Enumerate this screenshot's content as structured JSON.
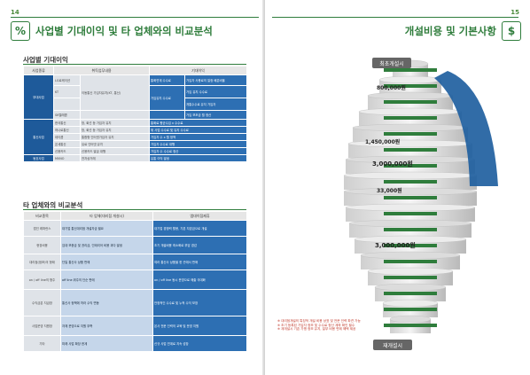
{
  "left": {
    "page_number": "14",
    "icon_glyph": "%",
    "title": "사업별 기대이익 및 타 업체와의  비교분석",
    "section1": "사업별 기대이익",
    "table1": {
      "headers": [
        "사업종류",
        "취득업무내용",
        "기대이익"
      ],
      "groups": [
        "부대사업",
        "통신사업",
        "동호사업"
      ],
      "rows": [
        [
          "",
          "LG로케이션",
          "",
          "통화연계 수수료",
          "가입자 사용료의 일정 배분비율"
        ],
        [
          "",
          "KT",
          "이동통신 가입자유치(KT, 통신)",
          "가입유치 수수료",
          "가입 유치 수수료"
        ],
        [
          "",
          "",
          "",
          "",
          "개통수수료 유지 가입자"
        ],
        [
          "",
          "SK텔레콤",
          "",
          "",
          "가입 보조금 월 정산"
        ],
        [
          "",
          "한국통신",
          "망, 회선 등 가입자 유치",
          "",
          "통화료 평균수입 x 수수료"
        ],
        [
          "",
          "하나로통신",
          "망, 회선 등 가입자 유치",
          "",
          "위 사업 수수료 및 유지 수수료"
        ],
        [
          "",
          "데이콤",
          "통합형 인터넷가입자 유치",
          "",
          "가입자 수 x 월 정액"
        ],
        [
          "",
          "온세통신",
          "유료 인터넷 유치",
          "",
          "가입자 수수료 대행"
        ],
        [
          "",
          "신용카드",
          "신용카드 발급 대행",
          "",
          "가입자 수 수수료 정산"
        ],
        [
          "",
          "MVNO",
          "전자상거래",
          "",
          "유통 이익 발생"
        ]
      ]
    },
    "section2": "타 업체와의 비교분석",
    "table2": {
      "headers": [
        "비교종목",
        "타 업체(대리점 개설시)",
        "엠대이점제휴"
      ],
      "rows": [
        [
          "법인 레퍼런스",
          "대기업 통신대리점 개설자금 필요",
          "대기업 경쟁력 활용, 기본 자본금으로 개설"
        ],
        [
          "현장비용",
          "임대 보증금 및 권리금, 인테리어 비용 과다 발생",
          "초기 개설비용 최소화로 부담 경감"
        ],
        [
          "대리점(점포)의 형태",
          "단일 통신사 상품 판매",
          "여러 통신사 상품을 한 곳에서 판매"
        ],
        [
          "on / off line의 형주",
          "off line 위주의 단순 판매",
          "on / off line 동시 운영으로 매출 극대화"
        ],
        [
          "수익금분 지급방",
          "통신사 정책에 따라 수익 변동",
          "안정적인 수수료 및 누적 수익 보장"
        ],
        [
          "사업운영 지원방",
          "자체 운영으로 지원 부족",
          "본사 전문 인력의 교육 및 운영 지원"
        ],
        [
          "기타",
          "미래 사업 확장 한계",
          "신규 사업 연계로 지속 성장"
        ]
      ]
    }
  },
  "right": {
    "page_number": "15",
    "icon_glyph": "$",
    "title": "개설비용 및 기본사항",
    "top_label": "최초개설시",
    "bottom_label": "재개설시",
    "costs": {
      "upper_1": "800,000원",
      "upper_2": "1,450,000원",
      "upper_big": "3,000,000원",
      "middle": "33,000원",
      "lower_1": "3,000,000원"
    },
    "notes": [
      "※ 대리점개설의 특징적 개설 비용 상표 및 전문 인력 파견 가능",
      "※ 초기 등록된 가입자 정보 및 수수료 정산 계좌 확인 필수",
      "※ 재개설시 기존 가맹 정보 유지, 일부 비용 면제 혜택 제공"
    ]
  }
}
